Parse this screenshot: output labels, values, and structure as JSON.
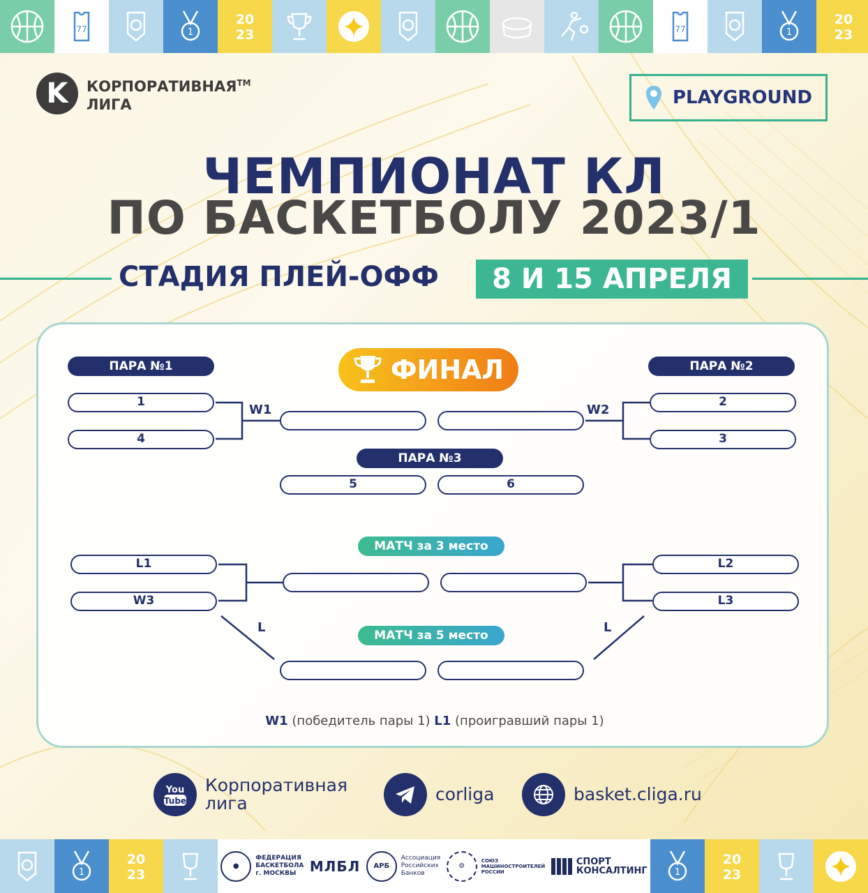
{
  "brand": {
    "name_line1": "КОРПОРАТИВНАЯ",
    "name_line2": "ЛИГА",
    "tm": "ТМ",
    "mark": "K"
  },
  "venue": {
    "label": "PLAYGROUND",
    "icon": "location-pin-icon"
  },
  "title": {
    "line1": "ЧЕМПИОНАТ КЛ",
    "line2": "ПО БАСКЕТБОЛУ 2023/1"
  },
  "stage": {
    "label": "СТАДИЯ ПЛЕЙ-ОФФ",
    "dates": "8 И 15 АПРЕЛЯ"
  },
  "bracket": {
    "final": "ФИНАЛ",
    "pair1": {
      "label": "ПАРА №1",
      "team_a": "1",
      "team_b": "4",
      "winner": "W1"
    },
    "pair2": {
      "label": "ПАРА №2",
      "team_a": "2",
      "team_b": "3",
      "winner": "W2"
    },
    "pair3": {
      "label": "ПАРА №3",
      "team_a": "5",
      "team_b": "6"
    },
    "third_place": {
      "label": "МАТЧ за 3 место",
      "left_a": "L1",
      "left_b": "W3",
      "right_a": "L2",
      "right_b": "L3"
    },
    "fifth_place": {
      "label": "МАТЧ за 5 место",
      "left_loser": "L",
      "right_loser": "L"
    },
    "legend": {
      "w1": "W1",
      "w1_desc": "(победитель пары 1)",
      "l1": "L1",
      "l1_desc": "(проигравший пары 1)"
    }
  },
  "socials": {
    "youtube": {
      "line1": "Корпоративная",
      "line2": "лига",
      "icon": "youtube-icon",
      "icon_text1": "You",
      "icon_text2": "Tube"
    },
    "telegram": {
      "label": "corliga",
      "icon": "telegram-icon"
    },
    "website": {
      "label": "basket.cliga.ru",
      "icon": "globe-icon"
    }
  },
  "sponsors": {
    "fed": {
      "line1": "ФЕДЕРАЦИЯ",
      "line2": "БАСКЕТБОЛА",
      "line3": "г. МОСКВЫ"
    },
    "mlbl": {
      "label": "МЛБЛ"
    },
    "arb": {
      "mark": "АРБ",
      "line1": "Ассоциация",
      "line2": "Российских",
      "line3": "Банков"
    },
    "soyuz": {
      "line1": "СОЮЗ",
      "line2": "МАШИНОСТРОИТЕЛЕЙ",
      "line3": "РОССИИ"
    },
    "sport": {
      "line1": "СПОРТ",
      "line2": "КОНСАЛТИНГ"
    }
  },
  "tiles": {
    "year_top": "20",
    "year_bottom": "23",
    "jersey_number": "77",
    "medal_number": "1"
  },
  "colors": {
    "navy": "#24306b",
    "green": "#3db793",
    "yellow": "#f6d84a",
    "blue": "#4b8fcf",
    "lightblue": "#b8d8ec",
    "mint": "#79cda9"
  }
}
